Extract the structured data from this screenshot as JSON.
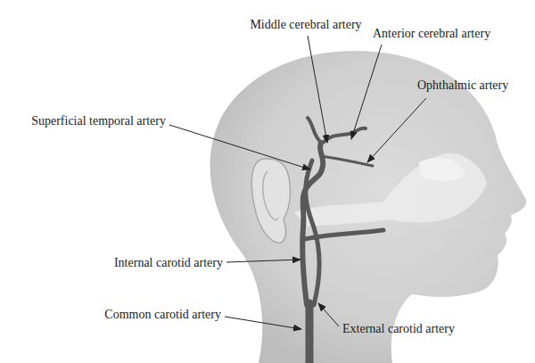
{
  "diagram": {
    "labels": [
      "Middle cerebral artery",
      "Anterior cerebral artery",
      "Ophthalmic artery",
      "Superficial temporal artery",
      "Internal carotid artery",
      "Common carotid artery",
      "External carotid artery"
    ]
  }
}
